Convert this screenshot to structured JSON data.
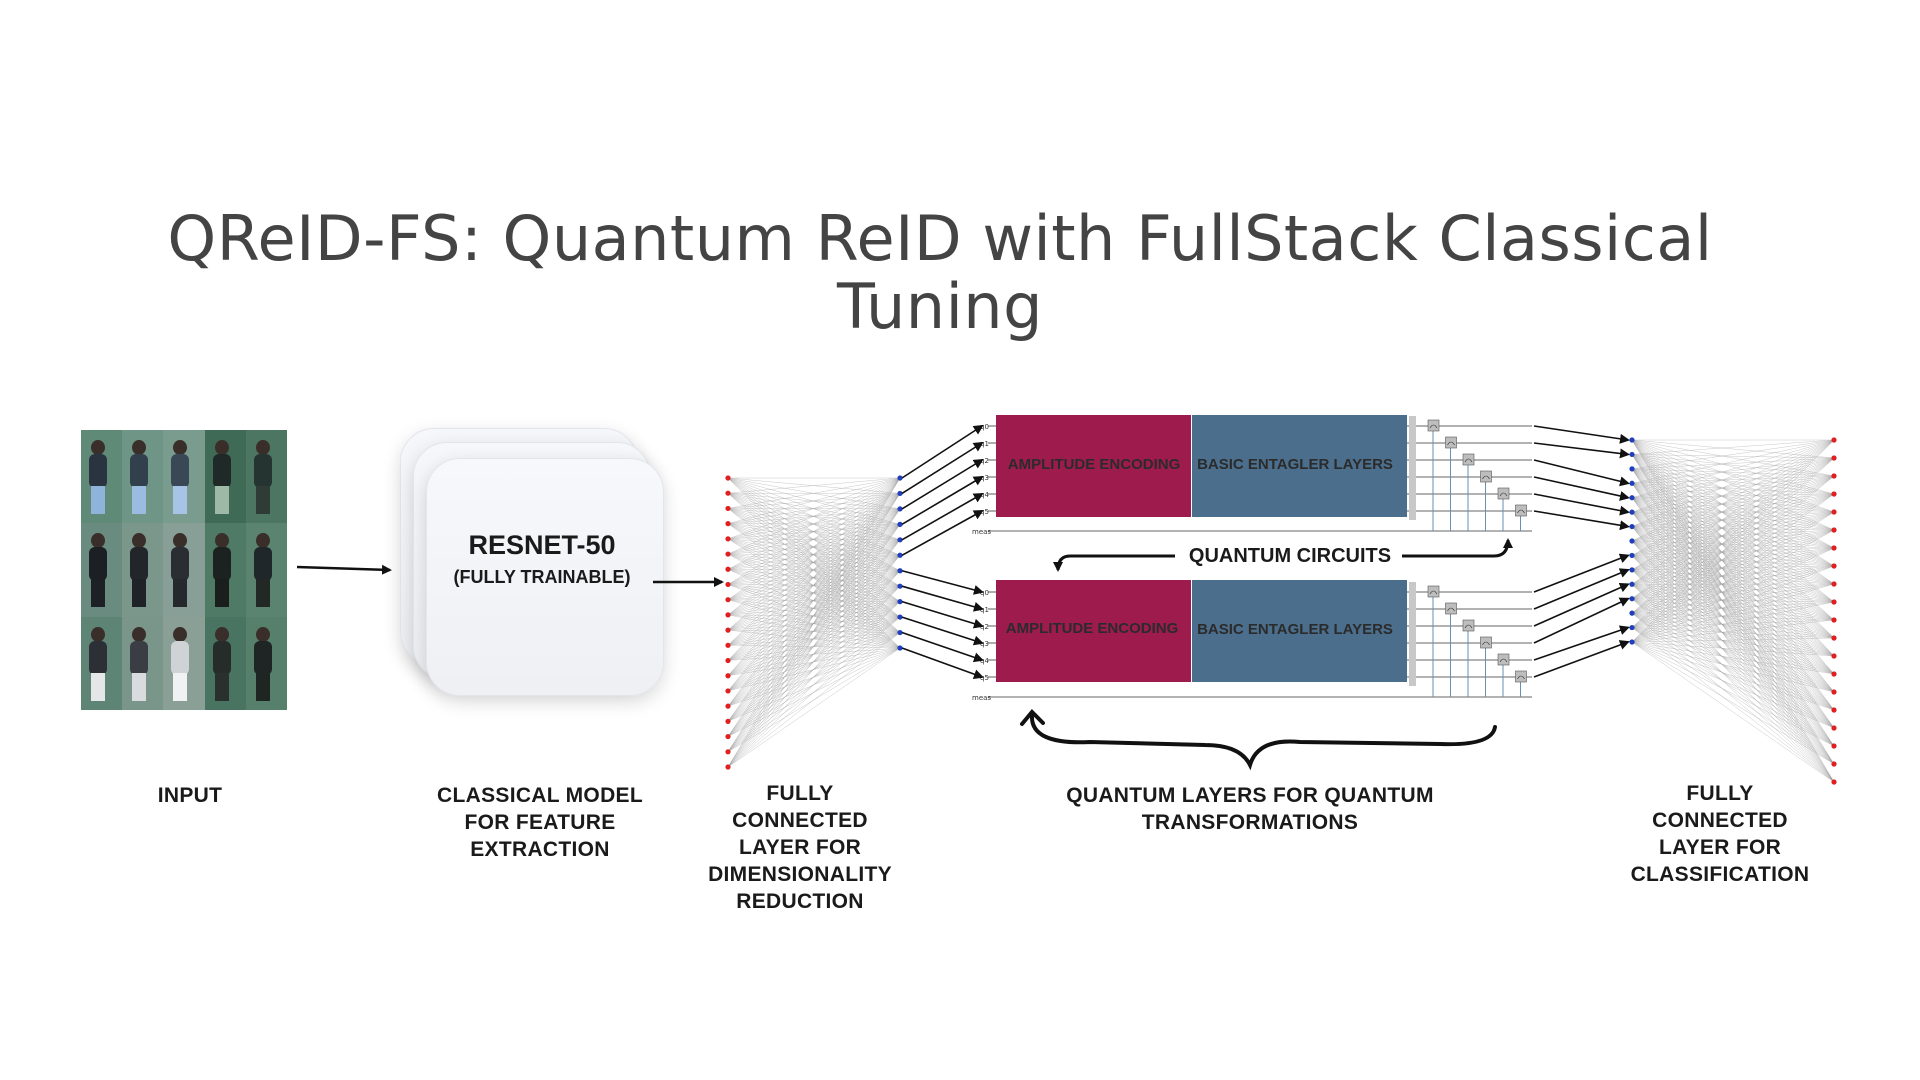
{
  "title": {
    "line1": "QReID-FS: Quantum ReID with FullStack Classical",
    "line2": "Tuning"
  },
  "resnet": {
    "name": "RESNET-50",
    "sub": "(FULLY TRAINABLE)"
  },
  "quantum": {
    "encoding_label": "AMPLITUDE ENCODING",
    "entangler_label": "BASIC ENTAGLER LAYERS",
    "circuits_label": "QUANTUM CIRCUITS",
    "wire_labels": [
      "q0",
      "q1",
      "q2",
      "q3",
      "q4",
      "q5"
    ],
    "meas_label": "meas",
    "colors": {
      "encoding": "#9e1b4e",
      "entangler": "#4a6e8c"
    }
  },
  "captions": {
    "input": [
      "INPUT"
    ],
    "classical": [
      "CLASSICAL MODEL",
      "FOR  FEATURE",
      "EXTRACTION"
    ],
    "fc_reduction": [
      "FULLY",
      "CONNECTED",
      "LAYER FOR",
      "DIMENSIONALITY",
      "REDUCTION"
    ],
    "quantum_layers": [
      "QUANTUM LAYERS  FOR QUANTUM",
      "TRANSFORMATIONS"
    ],
    "fc_classification": [
      "FULLY",
      "CONNECTED",
      "LAYER FOR",
      "CLASSIFICATION"
    ]
  },
  "node_colors": {
    "input_nodes": "#e02020",
    "output_nodes": "#1f3fbf"
  }
}
